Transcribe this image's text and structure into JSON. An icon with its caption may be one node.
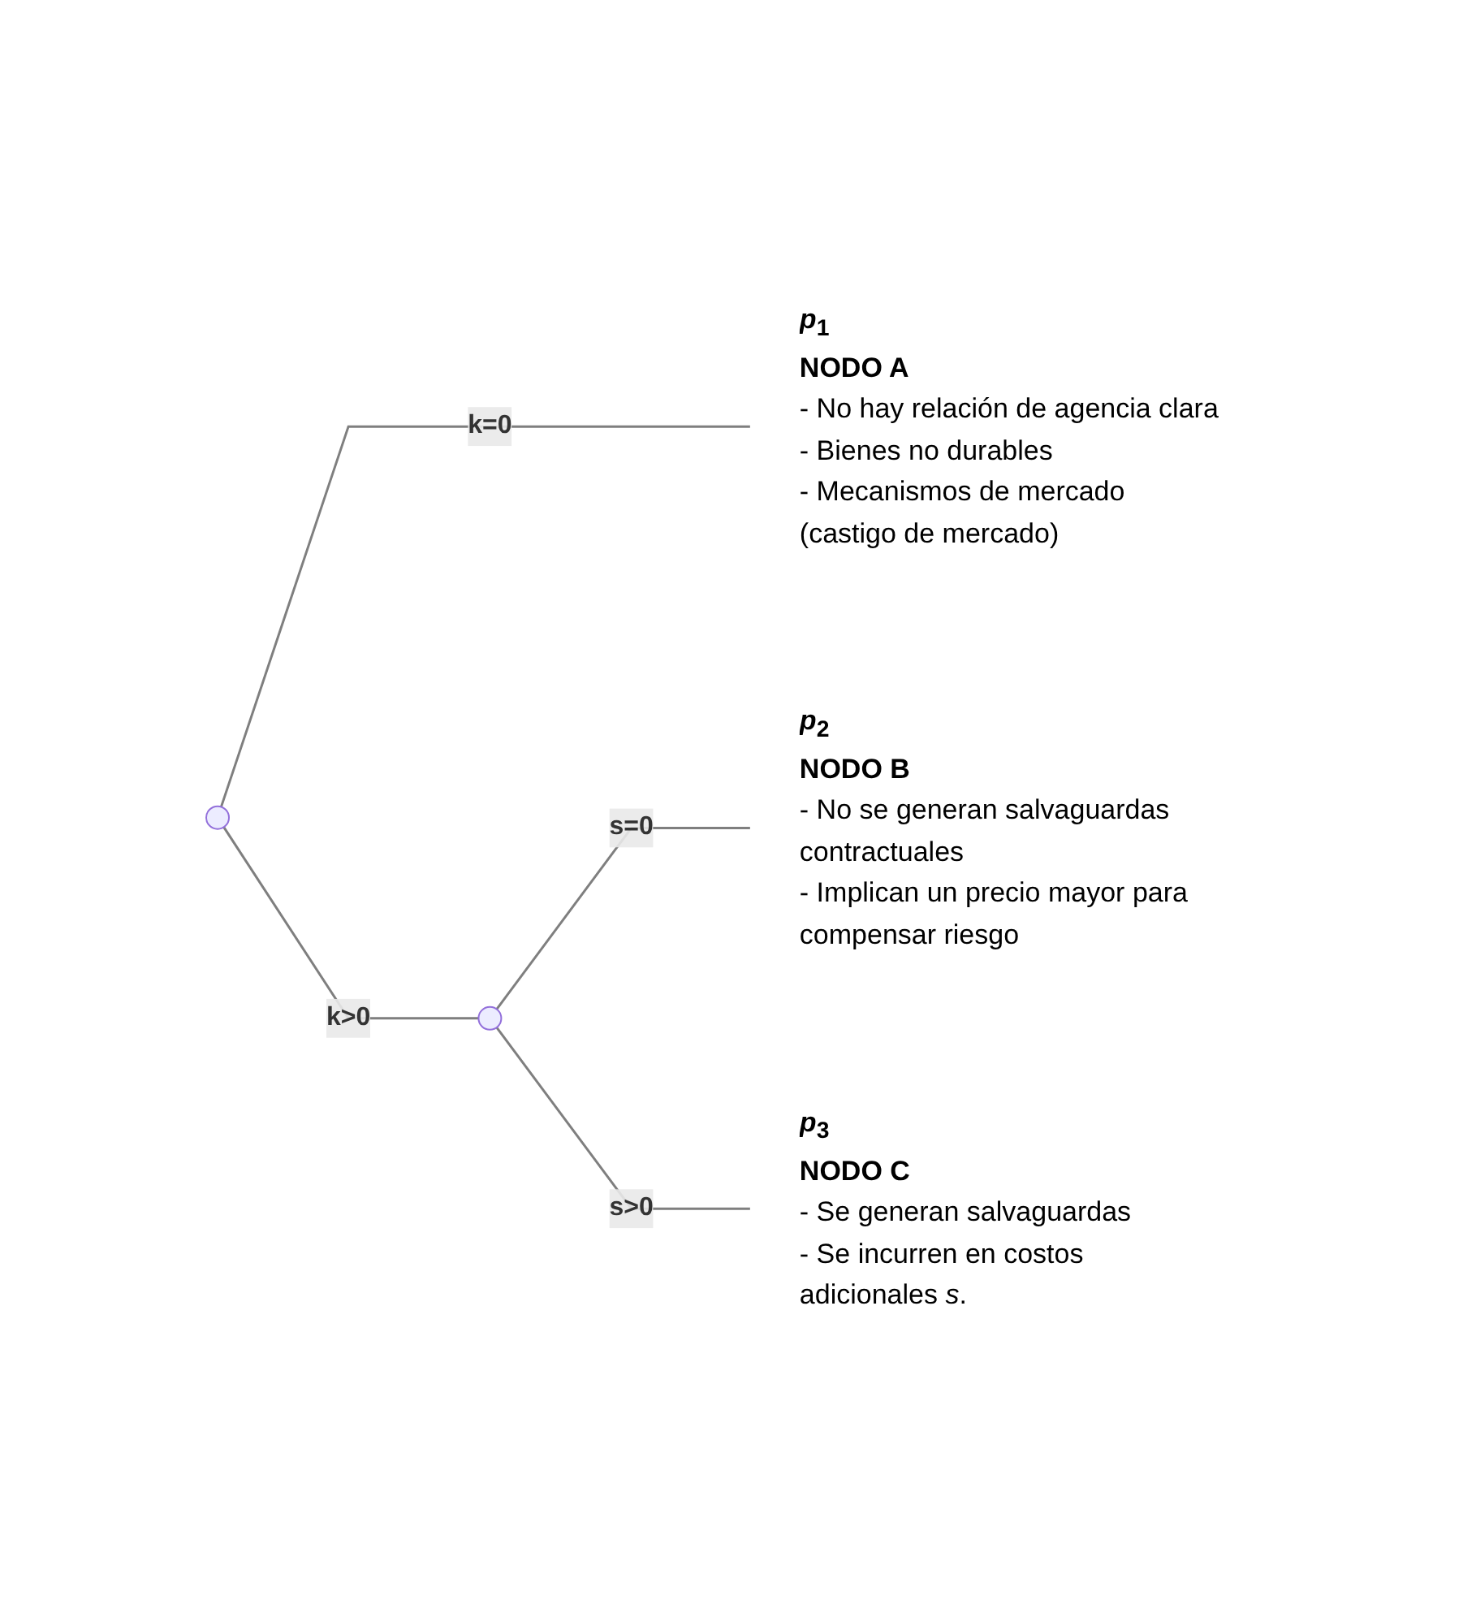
{
  "diagram": {
    "nodes": [
      {
        "text": [],
        "shape": "point"
      },
      {
        "text": [
          "*p*$_{1}$",
          "NODO A",
          "- No hay relación de agencia clara",
          "- Bienes no durables",
          "- Mecanismos de mercado (castigo de mercado)"
        ]
      },
      {
        "text": [],
        "shape": "point"
      },
      {
        "text": [
          "*p*$_{2}$",
          "NODO B",
          "- No se generan salvaguardas contractuales",
          "- Implican un precio mayor para compensar riesgo"
        ]
      },
      {
        "text": [
          "*p*$_{3}$",
          "NODO C",
          "- Se generan salvaguardas",
          "- Se incurren en costos adicionales *s*."
        ]
      }
    ],
    "edges": [
      {
        "from": 0,
        "to": 1,
        "arrow": "none",
        "label": "k=0"
      },
      {
        "from": 0,
        "to": 2,
        "arrow": "none",
        "label": "k>0"
      },
      {
        "from": 2,
        "to": 3,
        "arrow": "none",
        "label": "s=0"
      },
      {
        "from": 2,
        "to": 4,
        "arrow": "none",
        "label": "s>0"
      }
    ]
  }
}
